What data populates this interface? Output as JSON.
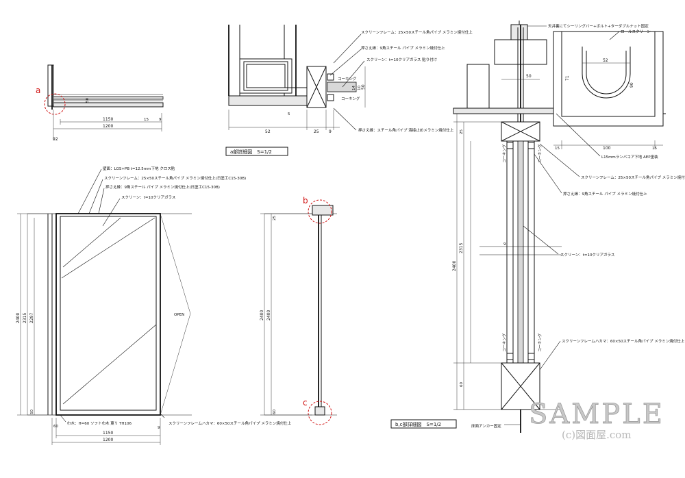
{
  "detail_a": {
    "callout_frame": "スクリーンフレーム：25×50スチール角パイプ メラミン焼付仕上",
    "callout_bar": "押さえ縁：9角スチール パイプ メラミン焼付仕上",
    "callout_screen": "スクリーン：t=10クリアガラス 貼り付け",
    "callout_weld": "押さえ縁：スチール角パイプ 溶接止めメラミン焼付仕上",
    "caulk_1": "コーキング",
    "caulk_2": "コーキング",
    "dims": {
      "d52": "52",
      "d25": "25",
      "d9": "9",
      "d50": "50",
      "d10": "10",
      "d14": "14",
      "d5": "5"
    },
    "title": "a部詳細図　S=1/2"
  },
  "plan_section": {
    "marker": "a",
    "dims": {
      "d1150": "1150",
      "d1200": "1200",
      "d92": "92",
      "d50": "50",
      "d9": "9",
      "d15": "15"
    }
  },
  "elevation": {
    "callout_wall": "壁面：LGS+PB t=12.5mm下地 クロス貼",
    "callout_frame": "スクリーンフレーム：25×50スチール角パイプ メラミン焼付仕上(日塗工C15-30B)",
    "callout_bar": "押さえ縁：9角スチール パイプ メラミン焼付仕上(日塗工C15-30B)",
    "callout_screen": "スクリーン：t=10クリアガラス",
    "open_label": "OPEN",
    "callout_base": "巾木：H=60 ソフト巾木 東リ TH106",
    "callout_bottom": "スクリーンフレームハカマ：60×50スチール角パイプ メラミン焼付仕上",
    "dims": {
      "d2400": "2400",
      "d2315": "2315",
      "d2297": "2297",
      "d1150": "1150",
      "d1200": "1200",
      "d50": "50",
      "d9": "9",
      "d60": "60"
    }
  },
  "side_section": {
    "marker_b": "b",
    "marker_c": "c",
    "dims": {
      "d2400a": "2400",
      "d2400b": "2400",
      "d25": "25",
      "d60": "60"
    }
  },
  "detail_bc": {
    "callout_ceiling": "天井裏にてシーリングバー+ボルト+ターダブルナット固定",
    "callout_roll": "ロールスクリーン",
    "callout_board": "L15mmランバコア下地 AEP塗装",
    "callout_frame": "スクリーンフレーム：25×50スチール角パイプ メラミン焼付仕上",
    "callout_bar": "押さえ縁：9角スチール パイプ メラミン焼付仕上",
    "callout_screen": "スクリーン：t=10クリアガラス",
    "callout_bottom": "スクリーンフレームハカマ：60×50スチール角パイプ メラミン焼付仕上",
    "callout_floor": "床面アンカー固定",
    "caulk_1": "コーキング",
    "caulk_2": "コーキング",
    "caulk_3": "コーキング",
    "caulk_4": "コーキング",
    "dims": {
      "d2400": "2400",
      "d2315": "2315",
      "d50": "50",
      "d52": "52",
      "d71": "71",
      "d90": "90",
      "d100": "100",
      "d15a": "15",
      "d15b": "15",
      "d25": "25",
      "d60": "60",
      "d9": "9"
    },
    "title": "b,c部詳細図　S=1/2"
  },
  "watermark": {
    "sample": "SAMPLE",
    "copyright": "(c)図面屋.com"
  }
}
